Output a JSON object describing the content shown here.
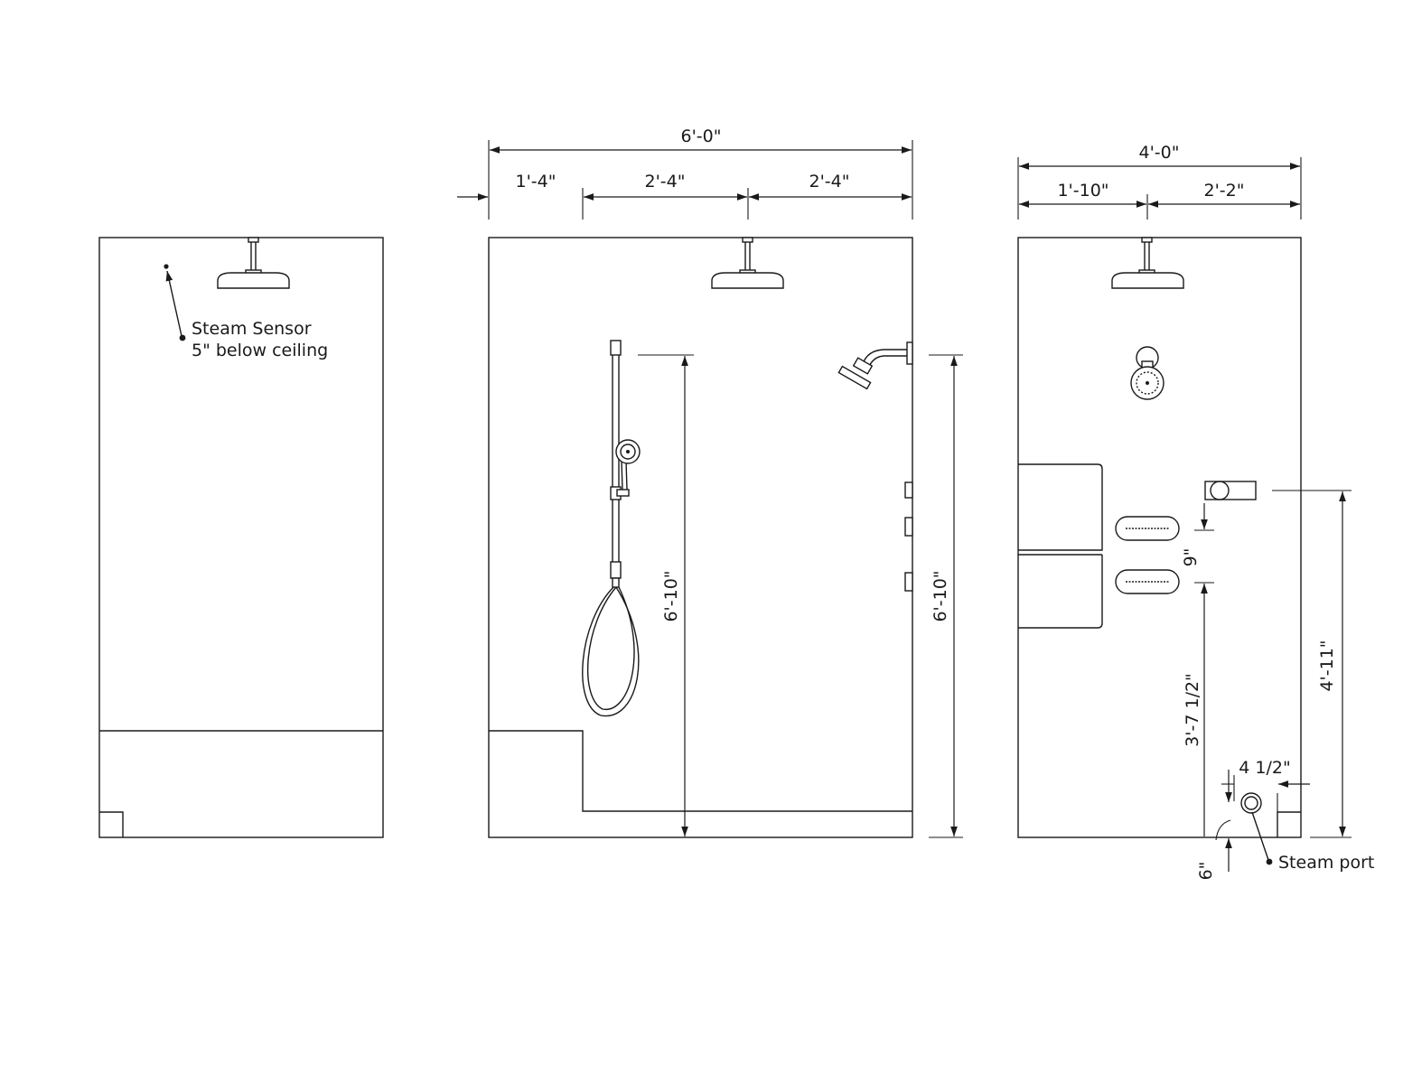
{
  "annotations": {
    "steam_sensor_line1": "Steam Sensor",
    "steam_sensor_line2": "5\" below ceiling",
    "steam_port": "Steam port"
  },
  "front_elevation": {
    "overall_width": "6'-0\"",
    "left_offset": "1'-4\"",
    "middle_span": "2'-4\"",
    "right_span": "2'-4\"",
    "handshower_height": "6'-10\"",
    "showerhead_height": "6'-10\""
  },
  "side_elevation": {
    "overall_width": "4'-0\"",
    "left_span": "1'-10\"",
    "right_span": "2'-2\"",
    "jet_spacing": "9\"",
    "lower_jet_height": "3'-7 1/2\"",
    "control_height": "4'-11\"",
    "port_offset": "4 1/2\"",
    "port_height": "6\""
  }
}
